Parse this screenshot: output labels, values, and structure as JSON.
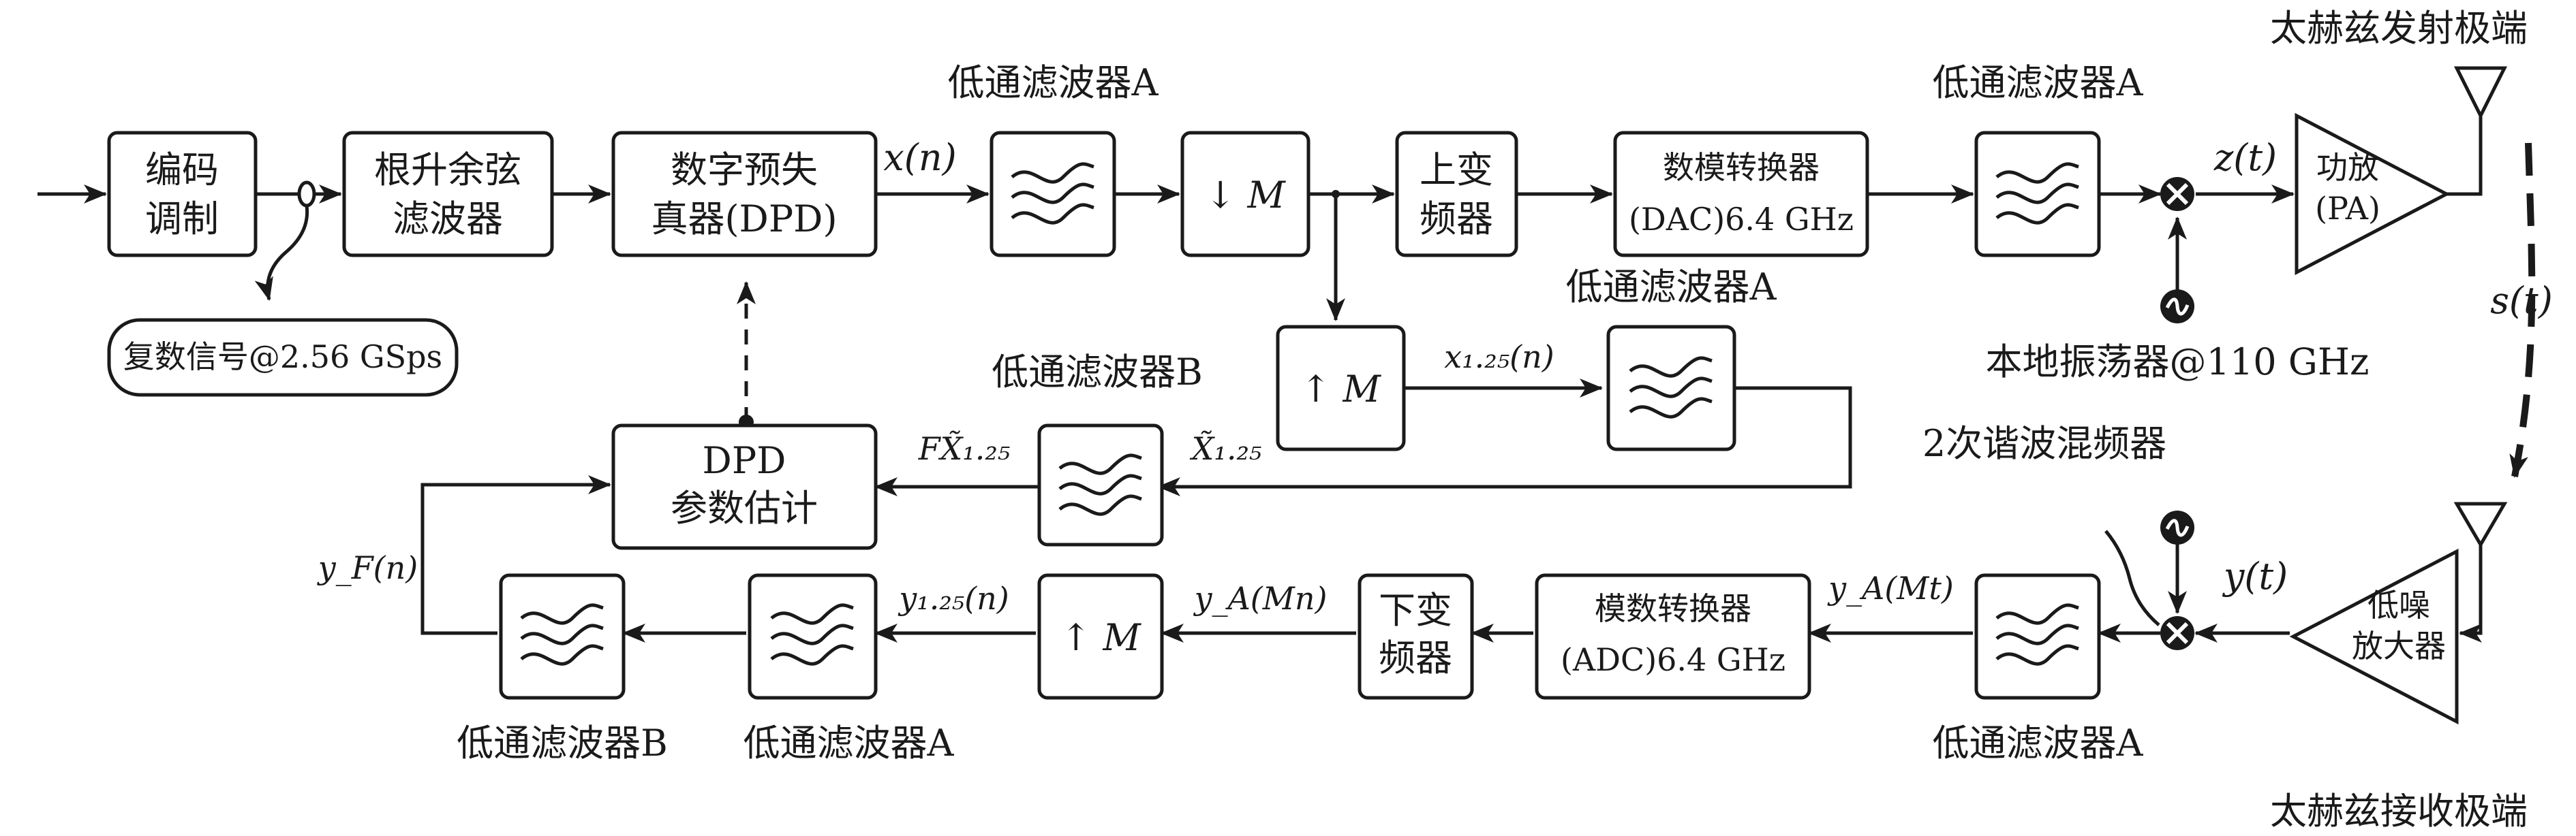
{
  "blocks": {
    "encoder": [
      "编码",
      "调制"
    ],
    "rrc": [
      "根升余弦",
      "滤波器"
    ],
    "dpd": [
      "数字预失",
      "真器(DPD)"
    ],
    "downsample": "↓ M",
    "upconv": [
      "上变",
      "频器"
    ],
    "dac": [
      "数模转换器",
      "(DAC)6.4 GHz"
    ],
    "pa": [
      "功放",
      "(PA)"
    ],
    "upsample_mid": "↑ M",
    "dpd_est": [
      "DPD",
      "参数估计"
    ],
    "upsample_bot": "↑ M",
    "downconv": [
      "下变",
      "频器"
    ],
    "adc": [
      "模数转换器",
      "(ADC)6.4 GHz"
    ],
    "lna": [
      "低噪",
      "放大器"
    ],
    "complex_signal": "复数信号@2.56 GSps"
  },
  "labels": {
    "lpf_a_1": "低通滤波器A",
    "lpf_a_2": "低通滤波器A",
    "lpf_a_mid": "低通滤波器A",
    "lpf_b_mid": "低通滤波器B",
    "lpf_b_bot": "低通滤波器B",
    "lpf_a_bot": "低通滤波器A",
    "lpf_a_rx": "低通滤波器A",
    "tx_end": "太赫兹发射极端",
    "rx_end": "太赫兹接收极端",
    "lo": "本地振荡器@110 GHz",
    "harmonic_mixer": "2次谐波混频器"
  },
  "signals": {
    "x_n": "x(n)",
    "z_t": "z(t)",
    "s_t": "s(t)",
    "y_t": "y(t)",
    "x125": "x₁.₂₅(n)",
    "X125": "X̃₁.₂₅",
    "FX125": "FX̃₁.₂₅",
    "yF": "y_F(n)",
    "y125": "y₁.₂₅(n)",
    "yA_Mn": "y_A(Mn)",
    "yA_Mt": "y_A(Mt)"
  }
}
